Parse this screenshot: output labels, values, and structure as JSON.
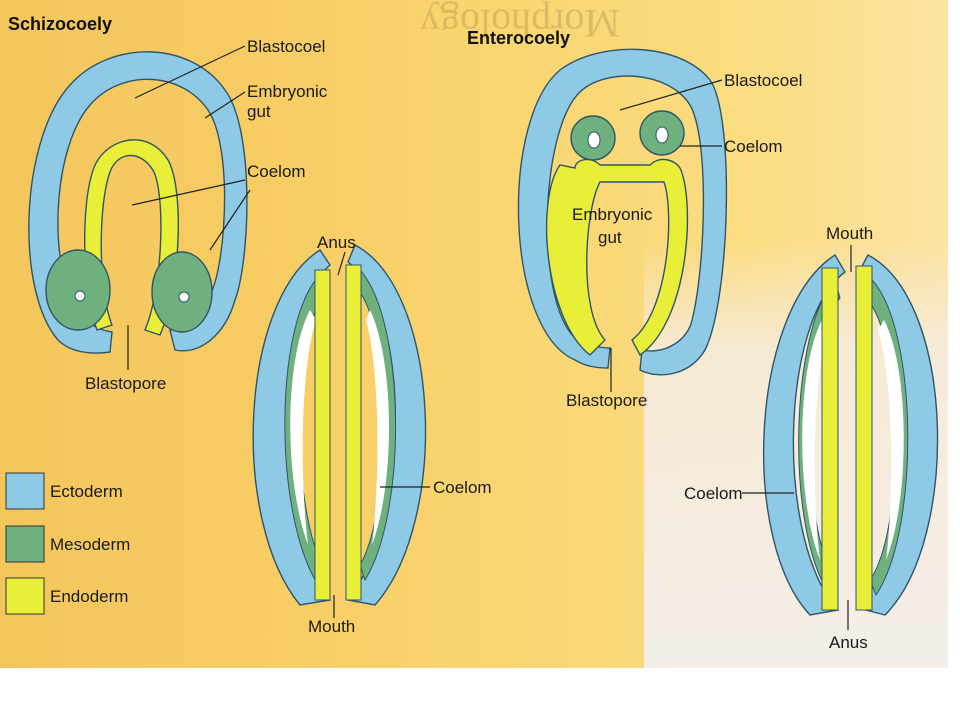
{
  "schizocoely": {
    "title": "Schizocoely",
    "labels": {
      "blastocoel": "Blastocoel",
      "embryonic_gut_1": "Embryonic",
      "embryonic_gut_2": "gut",
      "coelom": "Coelom",
      "blastopore": "Blastopore"
    },
    "adult": {
      "anus": "Anus",
      "coelom": "Coelom",
      "mouth": "Mouth"
    }
  },
  "enterocoely": {
    "title": "Enterocoely",
    "labels": {
      "blastocoel": "Blastocoel",
      "coelom": "Coelom",
      "embryonic_gut_1": "Embryonic",
      "embryonic_gut_2": "gut",
      "blastopore": "Blastopore"
    },
    "adult": {
      "mouth": "Mouth",
      "coelom": "Coelom",
      "anus": "Anus"
    }
  },
  "legend": [
    {
      "label": "Ectoderm",
      "color": "#8ec9e6"
    },
    {
      "label": "Mesoderm",
      "color": "#6fb07f"
    },
    {
      "label": "Endoderm",
      "color": "#e9ef38"
    }
  ],
  "background_text": {
    "heading": "Morphology"
  },
  "colors": {
    "ectoderm": "#8ec9e6",
    "mesoderm": "#6fb07f",
    "endoderm": "#e9ef38",
    "cell_stroke": "#2f5566",
    "page": "#f7cd64"
  }
}
